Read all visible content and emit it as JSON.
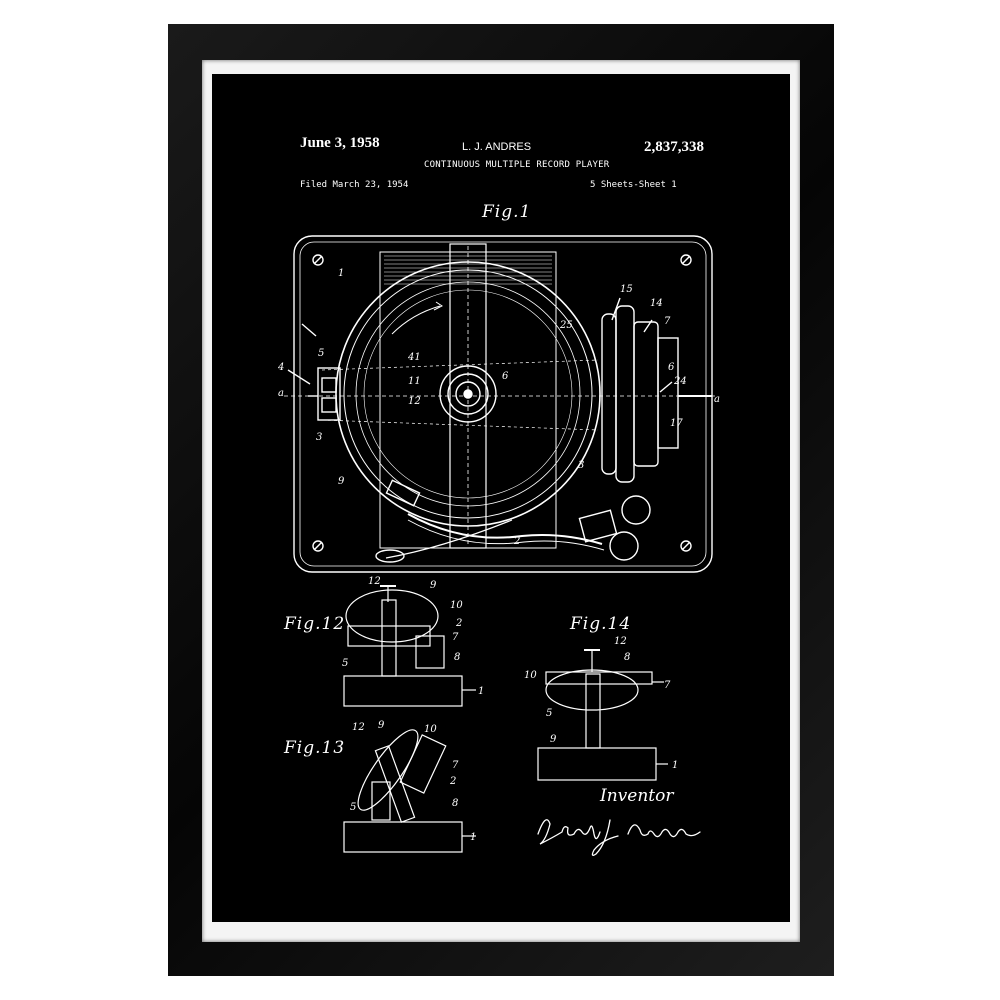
{
  "patent": {
    "date": "June 3, 1958",
    "inventor": "L. J. ANDRES",
    "number": "2,837,338",
    "title": "CONTINUOUS MULTIPLE RECORD PLAYER",
    "filed": "Filed March 23, 1954",
    "sheets": "5 Sheets-Sheet 1"
  },
  "figures": {
    "fig1": "Fig.1",
    "fig12": "Fig.12",
    "fig13": "Fig.13",
    "fig14": "Fig.14"
  },
  "labels": {
    "inventor_label": "Inventor",
    "signature": "Lloyd J Andres"
  },
  "colors": {
    "frame": "#0b0b0b",
    "liner": "#f4f4f4",
    "print": "#000000",
    "ink": "#ffffff"
  }
}
